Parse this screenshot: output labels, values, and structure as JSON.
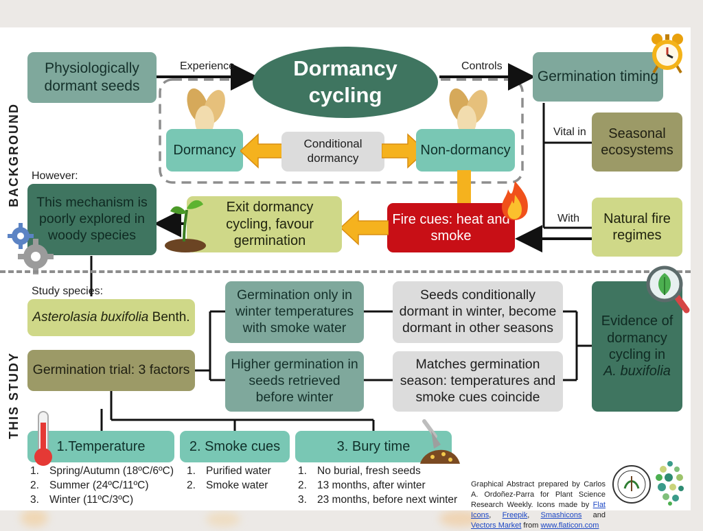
{
  "side_labels": {
    "background": "BACKGROUND",
    "study": "THIS STUDY"
  },
  "top": {
    "seeds": "Physiologically dormant seeds",
    "experience": "Experience",
    "cycling": "Dormancy cycling",
    "controls": "Controls",
    "timing": "Germination timing",
    "dormancy": "Dormancy",
    "conditional": "Conditional dormancy",
    "nondormancy": "Non-dormancy",
    "vital": "Vital in",
    "seasonal": "Seasonal ecosystems",
    "with": "With",
    "natural": "Natural fire regimes",
    "however": "However:",
    "mechanism": "This mechanism is poorly explored in woody species",
    "exit": "Exit dormancy cycling, favour germination",
    "fire": "Fire cues: heat and smoke"
  },
  "study": {
    "label": "Study species:",
    "species_italic": "Asterolasia buxifolia",
    "species_author": " Benth.",
    "trial": "Germination trial: 3 factors",
    "germ_winter": "Germination only in winter temperatures with smoke water",
    "higher": "Higher germination in seeds retrieved before winter",
    "cond_winter": "Seeds conditionally dormant in winter, become dormant in other seasons",
    "matches": "Matches germination season: temperatures and smoke cues coincide",
    "evidence": "Evidence of dormancy cycling in",
    "evidence_italic": "A. buxifolia"
  },
  "factors": [
    {
      "title": "1.Temperature",
      "items": [
        "Spring/Autumn (18ºC/6ºC)",
        "Summer (24ºC/11ºC)",
        "Winter (11ºC/3ºC)"
      ]
    },
    {
      "title": "2. Smoke cues",
      "items": [
        "Purified water",
        "Smoke water"
      ]
    },
    {
      "title": "3. Bury time",
      "items": [
        "No burial, fresh seeds",
        "13 months, after winter",
        "23 months, before next winter"
      ]
    }
  ],
  "credit": {
    "text1": "Graphical Abstract prepared by Carlos A. Ordoñez-Parra for Plant Science Research Weekly. Icons made by ",
    "link1": "Flat Icons",
    "sep1": ", ",
    "link2": "Freepik",
    "sep2": ", ",
    "link3": "Smashicons",
    "and": " and ",
    "link4": "Vectors Market",
    "from": " from ",
    "link5": "www.flaticon.com"
  },
  "colors": {
    "teal": "#7fa89c",
    "dark_green": "#3f7560",
    "olive": "#9c9a67",
    "lime": "#cfd888",
    "fire_red": "#c80f16",
    "arrow_orange": "#f5b21e"
  },
  "icons": [
    "alarm-clock-icon",
    "seed-icon",
    "fire-icon",
    "sprout-icon",
    "gear-icon",
    "magnifier-leaf-icon",
    "thermometer-icon",
    "soil-trowel-icon",
    "society-seal-logo",
    "dots-logo"
  ]
}
